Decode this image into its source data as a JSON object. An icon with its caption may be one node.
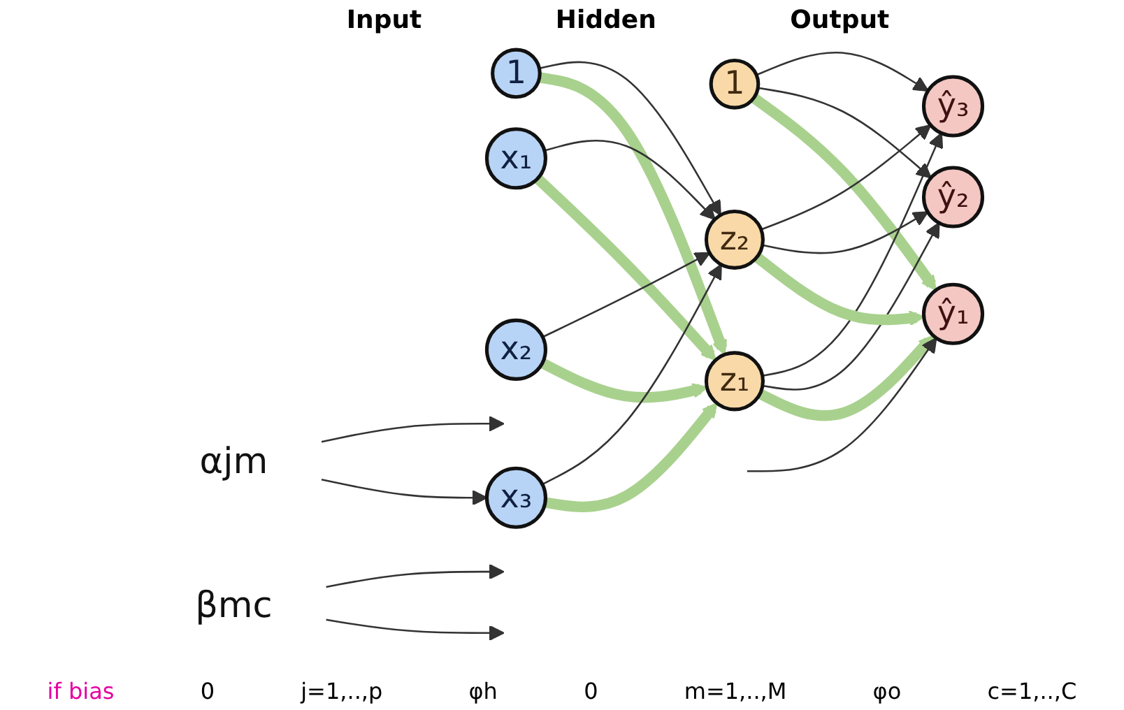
{
  "diagram": {
    "nodes": [
      {
        "text": [
          "1"
        ]
      },
      {
        "text": [
          "x₁"
        ]
      },
      {
        "text": [
          "x₂"
        ]
      },
      {
        "text": [
          "x₃"
        ]
      },
      {
        "text": [
          "1"
        ]
      },
      {
        "text": [
          "z₁"
        ]
      },
      {
        "text": [
          "z₂"
        ]
      },
      {
        "text": [
          "ŷ₁"
        ]
      },
      {
        "text": [
          "ŷ₂"
        ]
      },
      {
        "text": [
          "ŷ₃"
        ]
      },
      {
        "text": [
          "αjm"
        ]
      },
      {
        "text": [
          "βmc"
        ]
      }
    ],
    "edges": [
      {
        "from": 0,
        "to": 5,
        "arrow": "to",
        "style": "thick",
        "color": "#a9d18e"
      },
      {
        "from": 0,
        "to": 6,
        "arrow": "to"
      },
      {
        "from": 1,
        "to": 5,
        "arrow": "to",
        "style": "thick",
        "color": "#a9d18e"
      },
      {
        "from": 1,
        "to": 6,
        "arrow": "to"
      },
      {
        "from": 2,
        "to": 5,
        "arrow": "to",
        "style": "thick",
        "color": "#a9d18e"
      },
      {
        "from": 2,
        "to": 6,
        "arrow": "to"
      },
      {
        "from": 3,
        "to": 5,
        "arrow": "to",
        "style": "thick",
        "color": "#a9d18e"
      },
      {
        "from": 3,
        "to": 6,
        "arrow": "to"
      },
      {
        "from": 4,
        "to": 7,
        "arrow": "to",
        "style": "thick",
        "color": "#a9d18e"
      },
      {
        "from": 4,
        "to": 8,
        "arrow": "to"
      },
      {
        "from": 4,
        "to": 9,
        "arrow": "to"
      },
      {
        "from": 5,
        "to": 7,
        "arrow": "to",
        "style": "thick",
        "color": "#a9d18e"
      },
      {
        "from": 5,
        "to": 8,
        "arrow": "to"
      },
      {
        "from": 5,
        "to": 9,
        "arrow": "to"
      },
      {
        "from": 6,
        "to": 7,
        "arrow": "to",
        "style": "thick",
        "color": "#a9d18e"
      },
      {
        "from": 6,
        "to": 8,
        "arrow": "to"
      },
      {
        "from": 6,
        "to": 9,
        "arrow": "to"
      },
      {
        "from": null,
        "to": 7,
        "arrow": "to"
      },
      {
        "from": 10,
        "to": 3,
        "arrow": "to"
      },
      {
        "from": 10,
        "to": null,
        "arrow": "to"
      },
      {
        "from": 11,
        "to": null,
        "arrow": "to"
      },
      {
        "from": 11,
        "to": null,
        "arrow": "to"
      }
    ],
    "labels": [
      "Input",
      "Hidden",
      "Output",
      "if bias",
      "0",
      "j=1,..,p",
      "φh",
      "0",
      "m=1,..,M",
      "φo",
      "c=1,..,C"
    ]
  }
}
